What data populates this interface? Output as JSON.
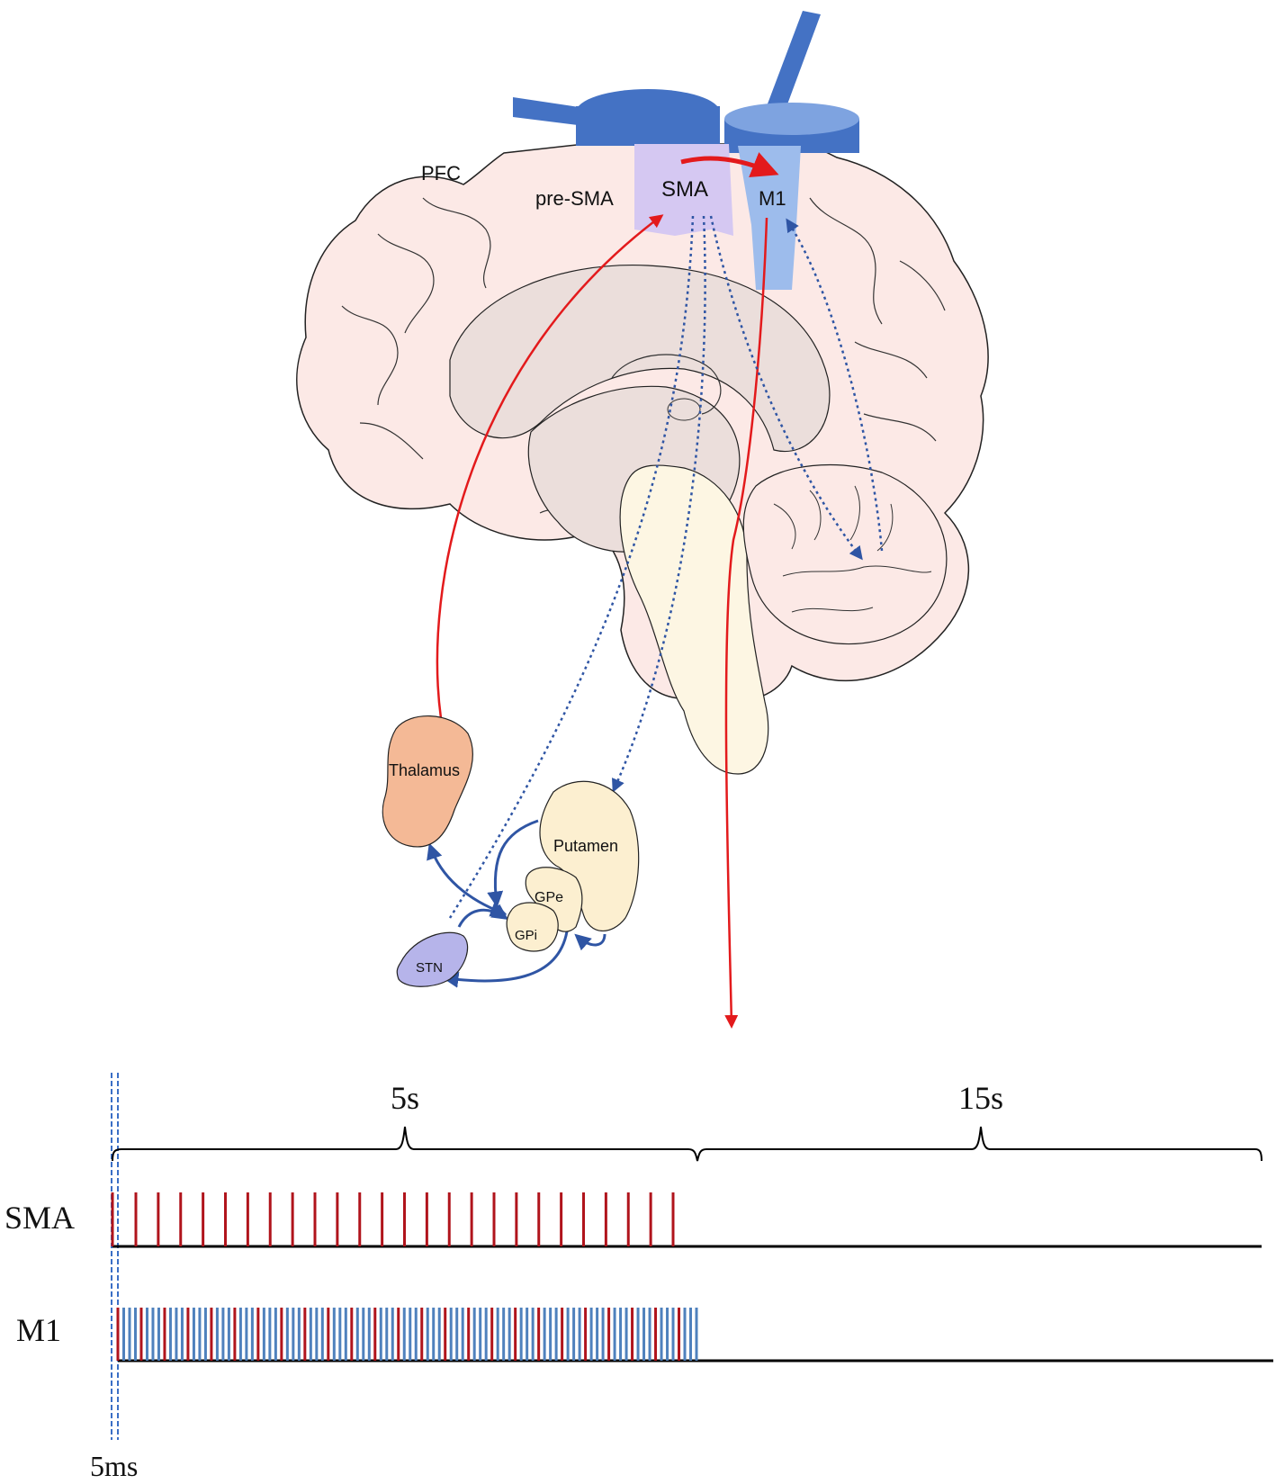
{
  "brain_labels": {
    "pfc": "PFC",
    "pre_sma": "pre-SMA",
    "sma": "SMA",
    "m1": "M1"
  },
  "nuclei_labels": {
    "thalamus": "Thalamus",
    "putamen": "Putamen",
    "gpe": "GPe",
    "gpi": "GPi",
    "stn": "STN"
  },
  "timeline": {
    "tick_5s": "5s",
    "tick_15s": "15s",
    "row_sma": "SMA",
    "row_m1": "M1",
    "offset_label": "5ms",
    "sma_pulses": 25,
    "m1_pulses": 50
  },
  "colors": {
    "coil_blue": "#4472c4",
    "stim_red": "#e31a1c",
    "pulse_red": "#b0141c",
    "pulse_blue": "#4f81bd",
    "dotted_blue": "#2f55a4",
    "brain_pink": "#fce9e6",
    "brain_inner": "#ebdedb",
    "brainstem": "#fdf6e3",
    "sma_fill": "#d5c8f2",
    "m1_fill": "#9dbcec",
    "thalamus_fill": "#f4b996",
    "stn_fill": "#b6b4ea"
  }
}
